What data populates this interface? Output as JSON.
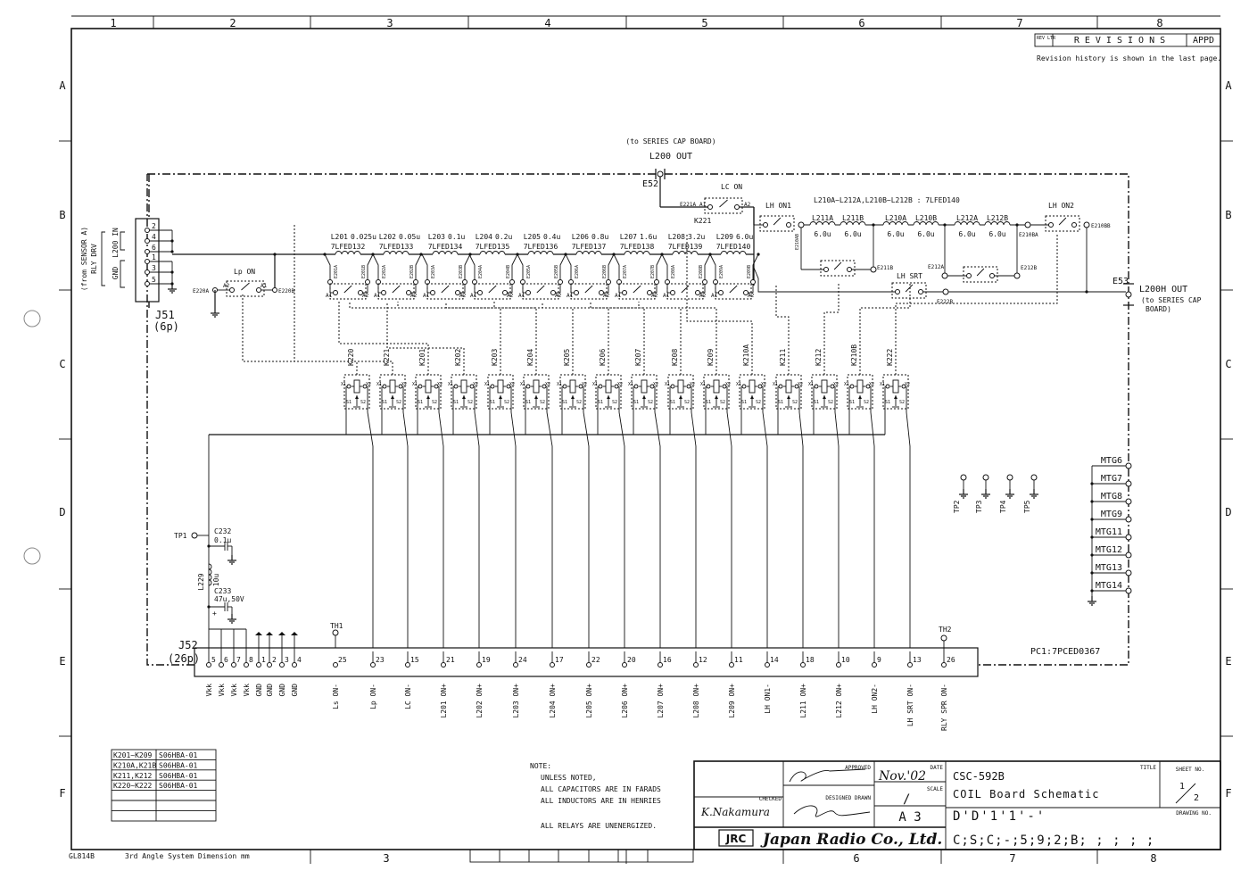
{
  "frame": {
    "columns": [
      "1",
      "2",
      "3",
      "4",
      "5",
      "6",
      "7",
      "8"
    ],
    "rows": [
      "A",
      "B",
      "C",
      "D",
      "E",
      "F"
    ],
    "bottom_code": "GL814B",
    "bottom_system": "3rd Angle System  Dimension mm",
    "bottom_cols": [
      "3",
      "6",
      "7",
      "8"
    ]
  },
  "revisions": {
    "rev_ltr": "REV LTR",
    "title": "R E V I S I O N S",
    "appd": "APPD",
    "note": "Revision history is shown in the last page."
  },
  "top_out": {
    "dest": "(to SERIES CAP BOARD)",
    "name": "L200 OUT",
    "terminal": "E52"
  },
  "right_out": {
    "terminal": "E53",
    "name": "L200H OUT",
    "dest1": "(to SERIES CAP",
    "dest2": "BOARD)"
  },
  "j51": {
    "name": "J51",
    "pins_label": "(6p)",
    "pins": [
      "2",
      "4",
      "6",
      "1",
      "3",
      "5"
    ],
    "group_l200": "L200 IN",
    "group_gnd": "GND",
    "source": "(from SENSOR A)",
    "source2": "RLY DRV"
  },
  "lp_on": {
    "label": "Lp ON",
    "e_left": "E220A",
    "e_right": "E220B",
    "a1": "A1",
    "a2": "A2"
  },
  "lc_on": {
    "label": "LC ON",
    "e": "E221A",
    "a1": "A1",
    "a2": "A2",
    "k": "K221"
  },
  "inductors": [
    {
      "name": "L201",
      "value": "0.025u",
      "part": "7LFED132",
      "ea": "E201A",
      "eb": "E201B"
    },
    {
      "name": "L202",
      "value": "0.05u",
      "part": "7LFED133",
      "ea": "E202A",
      "eb": "E202B"
    },
    {
      "name": "L203",
      "value": "0.1u",
      "part": "7LFED134",
      "ea": "E203A",
      "eb": "E203B"
    },
    {
      "name": "L204",
      "value": "0.2u",
      "part": "7LFED135",
      "ea": "E204A",
      "eb": "E204B"
    },
    {
      "name": "L205",
      "value": "0.4u",
      "part": "7LFED136",
      "ea": "E205A",
      "eb": "E205B"
    },
    {
      "name": "L206",
      "value": "0.8u",
      "part": "7LFED137",
      "ea": "E206A",
      "eb": "E206B"
    },
    {
      "name": "L207",
      "value": "1.6u",
      "part": "7LFED138",
      "ea": "E207A",
      "eb": "E207B"
    },
    {
      "name": "L208",
      "value": "3.2u",
      "part": "7LFED139",
      "ea": "E208A",
      "eb": "E208B"
    },
    {
      "name": "L209",
      "value": "6.0u",
      "part": "7LFED140",
      "ea": "E209A",
      "eb": "E209B"
    }
  ],
  "contact_pins": {
    "a1": "A1",
    "a2": "A2"
  },
  "lh": {
    "note": "L210A~L212A,L210B~L212B : 7LFED140",
    "on1": "LH ON1",
    "on2": "LH ON2",
    "srt": "LH SRT",
    "coils": [
      {
        "name": "L211A",
        "value": "6.0u"
      },
      {
        "name": "L211B",
        "value": "6.0u"
      },
      {
        "name": "L210A",
        "value": "6.0u"
      },
      {
        "name": "L210B",
        "value": "6.0u"
      },
      {
        "name": "L212A",
        "value": "6.0u"
      },
      {
        "name": "L212B",
        "value": "6.0u"
      }
    ],
    "e210ab": "E210AB",
    "e211b": "E211B",
    "e212a": "E212A",
    "e212b": "E212B",
    "e210ba": "E210BA",
    "e210bb": "E210BB",
    "e222b": "E222B"
  },
  "relays": [
    "K220",
    "K221",
    "K201",
    "K202",
    "K203",
    "K204",
    "K205",
    "K206",
    "K207",
    "K208",
    "K209",
    "K210A",
    "K211",
    "K212",
    "K210B",
    "K222"
  ],
  "relay_pins": {
    "x1": "X1",
    "x2": "X2",
    "s1": "S1",
    "s2": "S2"
  },
  "filter": {
    "tp1": "TP1",
    "c232": "C232",
    "c232_val": "0.1u",
    "l229": "L229",
    "l229_val": "10u",
    "c233": "C233",
    "c233_val": "47u,50V",
    "plus": "+"
  },
  "test_points": [
    "TP2",
    "TP3",
    "TP4",
    "TP5"
  ],
  "mtg": [
    "MTG6",
    "MTG7",
    "MTG8",
    "MTG9",
    "MTG11",
    "MTG12",
    "MTG13",
    "MTG14"
  ],
  "pc1": "PC1:7PCED0367",
  "th": [
    "TH1",
    "TH2"
  ],
  "j52": {
    "name": "J52",
    "pins_label": "(26p)",
    "pins": [
      {
        "n": "5",
        "label": "Vkk"
      },
      {
        "n": "6",
        "label": "Vkk"
      },
      {
        "n": "7",
        "label": "Vkk"
      },
      {
        "n": "8",
        "label": "Vkk"
      },
      {
        "n": "1",
        "label": "GND"
      },
      {
        "n": "2",
        "label": "GND"
      },
      {
        "n": "3",
        "label": "GND"
      },
      {
        "n": "4",
        "label": "GND"
      },
      {
        "n": "25",
        "label": "Ls ON-"
      },
      {
        "n": "23",
        "label": "Lp ON-"
      },
      {
        "n": "15",
        "label": "LC ON-"
      },
      {
        "n": "21",
        "label": "L201 ON+"
      },
      {
        "n": "19",
        "label": "L202 ON+"
      },
      {
        "n": "24",
        "label": "L203 ON+"
      },
      {
        "n": "17",
        "label": "L204 ON+"
      },
      {
        "n": "22",
        "label": "L205 ON+"
      },
      {
        "n": "20",
        "label": "L206 ON+"
      },
      {
        "n": "16",
        "label": "L207 ON+"
      },
      {
        "n": "12",
        "label": "L208 ON+"
      },
      {
        "n": "11",
        "label": "L209 ON+"
      },
      {
        "n": "14",
        "label": "LH ON1-"
      },
      {
        "n": "18",
        "label": "L211 ON+"
      },
      {
        "n": "10",
        "label": "L212 ON+"
      },
      {
        "n": "9",
        "label": "LH ON2-"
      },
      {
        "n": "13",
        "label": "LH SRT ON-"
      },
      {
        "n": "26",
        "label": "RLY SPR ON-"
      }
    ]
  },
  "parts_table": [
    [
      "K201~K209",
      "S06HBA-01"
    ],
    [
      "K210A,K21B",
      "S06HBA-01"
    ],
    [
      "K211,K212",
      "S06HBA-01"
    ],
    [
      "K220~K222",
      "S06HBA-01"
    ],
    [
      "",
      ""
    ],
    [
      "",
      ""
    ],
    [
      "",
      ""
    ]
  ],
  "notes": [
    "NOTE:",
    "UNLESS NOTED,",
    "ALL CAPACITORS ARE IN FARADS",
    "ALL INDUCTORS ARE IN HENRIES",
    "ALL RELAYS ARE UNENERGIZED."
  ],
  "title_block": {
    "approved_label": "APPROVED",
    "date_label": "DATE",
    "date": "Nov.'02",
    "scale_label": "SCALE",
    "scale": "/",
    "checked_label": "CHECKED",
    "designed_label": "DESIGNED DRAWN",
    "checked_sig": "K.Nakamura",
    "paper": "A 3",
    "title_label": "TITLE",
    "title1": "CSC-592B",
    "title2": "COIL Board Schematic",
    "sheet_label": "SHEET NO.",
    "sheet": "1",
    "sheet_total": "2",
    "drawing_label": "DRAWING NO.",
    "drawing1": "D'D'1'1'-'",
    "drawing2": "C;S;C;-;5;9;2;B;  ;  ;  ;  ;",
    "logo": "JRC",
    "company": "Japan Radio Co., Ltd."
  }
}
